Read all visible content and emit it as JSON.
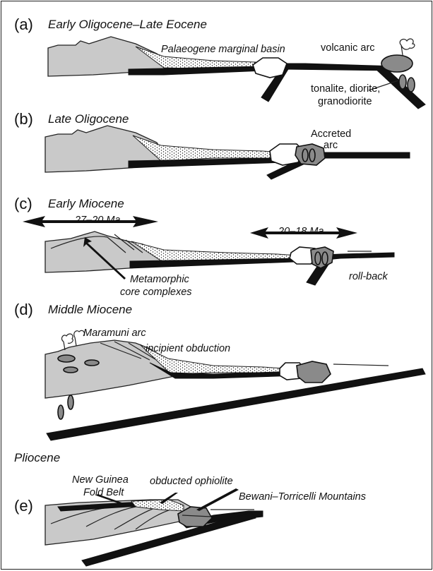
{
  "panels": [
    {
      "letter": "(a)",
      "title": "Early Oligocene–Late Eocene",
      "labels": {
        "basin": "Palaeogene marginal basin",
        "volcanic_arc": "volcanic arc",
        "intrusions_1": "tonalite, diorite,",
        "intrusions_2": "granodiorite"
      }
    },
    {
      "letter": "(b)",
      "title": "Late Oligocene",
      "labels": {
        "accreted_1": "Accreted",
        "accreted_2": "arc"
      }
    },
    {
      "letter": "(c)",
      "title": "Early Miocene",
      "labels": {
        "age_left": "27–20 Ma",
        "age_right": "20–18 Ma",
        "mcc_1": "Metamorphic",
        "mcc_2": "core complexes",
        "rollback": "roll-back"
      }
    },
    {
      "letter": "(d)",
      "title": "Middle Miocene",
      "labels": {
        "maramuni": "Maramuni arc",
        "obduction": "incipient obduction"
      }
    },
    {
      "letter": "(e)",
      "title": "Pliocene",
      "labels": {
        "ngfb_1": "New Guinea",
        "ngfb_2": "Fold Belt",
        "ophiolite": "obducted ophiolite",
        "bewani": "Bewani–Torricelli Mountains"
      }
    }
  ]
}
